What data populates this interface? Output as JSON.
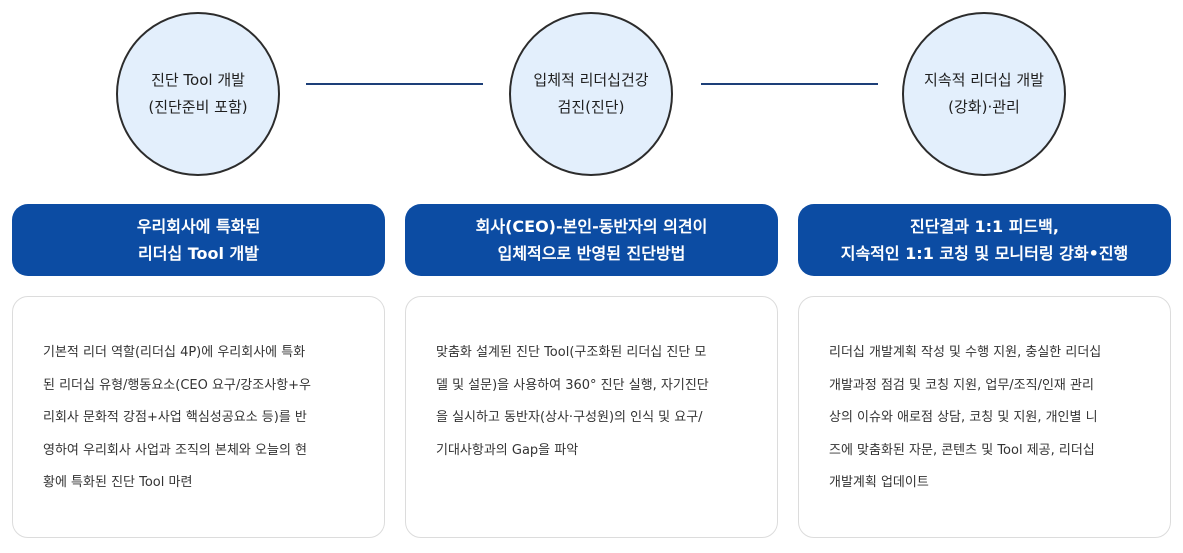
{
  "steps": [
    {
      "circle": [
        "진단 Tool 개발",
        "(진단준비 포함)"
      ],
      "banner": [
        "우리회사에 특화된",
        "리더십 Tool 개발"
      ],
      "description": [
        "기본적 리더 역할(리더십 4P)에 우리회사에 특화",
        "된 리더십 유형/행동요소(CEO 요구/강조사항+우",
        "리회사 문화적 강점+사업 핵심성공요소 등)를 반",
        "영하여 우리회사 사업과 조직의 본체와 오늘의 현",
        "황에 특화된 진단 Tool 마련"
      ]
    },
    {
      "circle": [
        "입체적 리더십건강",
        "검진(진단)"
      ],
      "banner": [
        "회사(CEO)-본인-동반자의 의견이",
        "입체적으로 반영된 진단방법"
      ],
      "description": [
        "맞춤화 설계된 진단 Tool(구조화된 리더십 진단 모",
        "델 및 설문)을 사용하여 360° 진단 실행, 자기진단",
        "을 실시하고 동반자(상사·구성원)의 인식 및 요구/",
        "기대사항과의 Gap을 파악"
      ]
    },
    {
      "circle": [
        "지속적 리더십 개발",
        "(강화)·관리"
      ],
      "banner": [
        "진단결과 1:1 피드백,",
        "지속적인 1:1 코칭 및 모니터링 강화•진행"
      ],
      "description": [
        "리더십 개발계획 작성 및 수행 지원, 충실한 리더십",
        "개발과정 점검 및 코칭 지원, 업무/조직/인재 관리",
        "상의 이슈와 애로점 상담, 코칭 및 지원, 개인별 니",
        "즈에 맞춤화된 자문, 콘텐츠 및 Tool 제공, 리더십",
        "개발계획 업데이트"
      ]
    }
  ],
  "colors": {
    "circle_fill": "#e3effc",
    "banner_fill": "#0c4ca3",
    "connector": "#1d3f78"
  }
}
